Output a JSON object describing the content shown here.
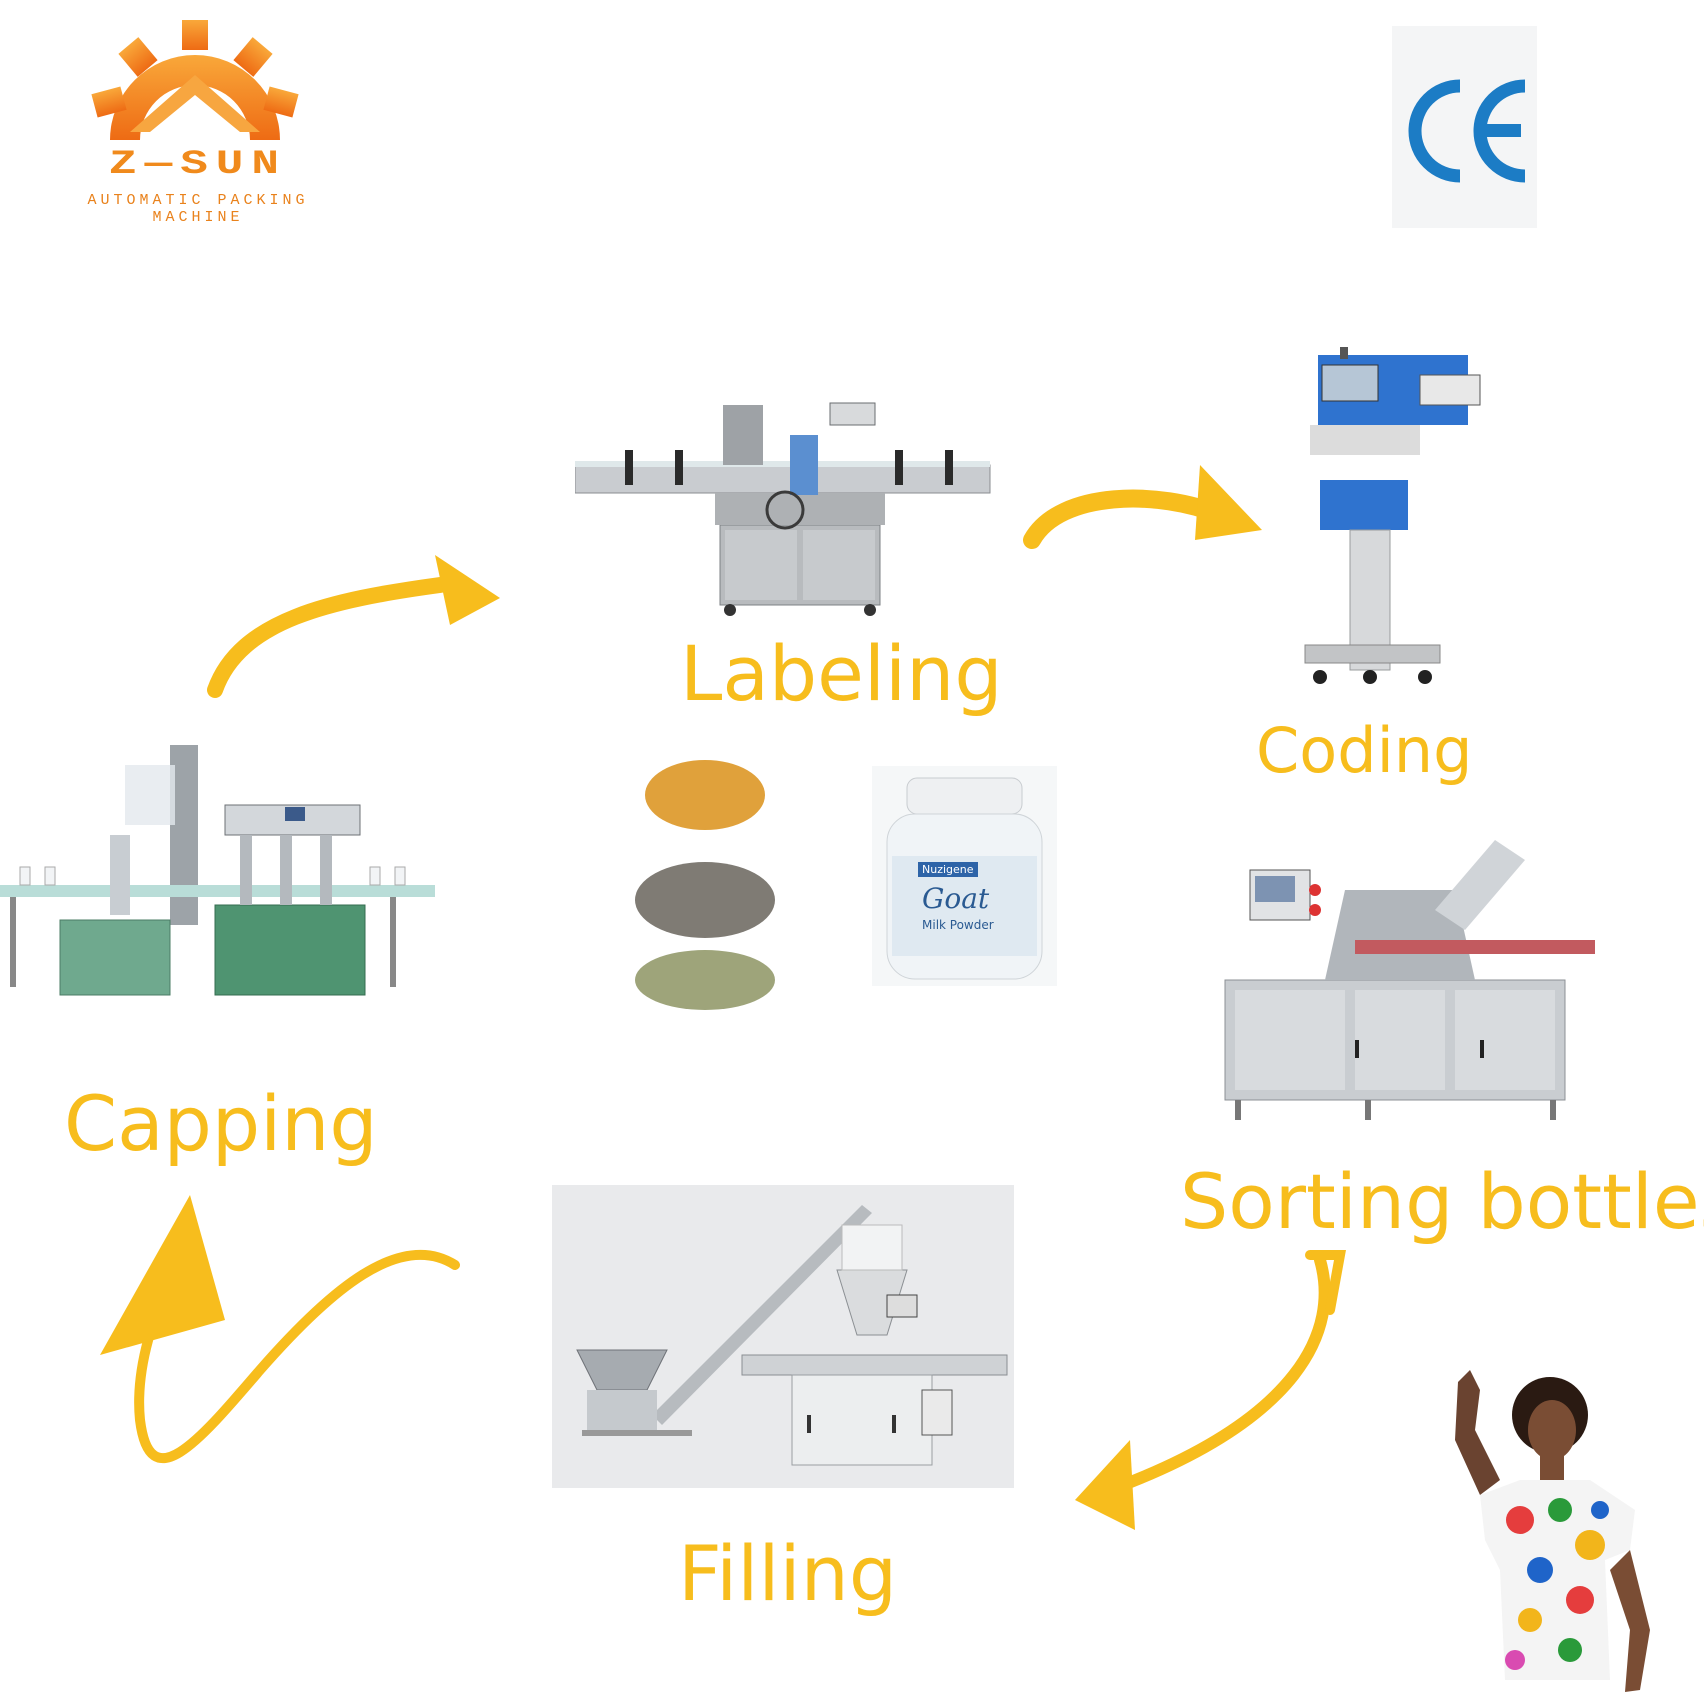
{
  "brand": {
    "name": "Z—SUN",
    "tagline": "AUTOMATIC PACKING MACHINE",
    "primary_color": "#f08a1c"
  },
  "certification": {
    "icon": "ce-mark-icon",
    "color": "#1c7cc5"
  },
  "stages": {
    "labeling": "Labeling",
    "coding": "Coding",
    "sorting": "Sorting bottles",
    "filling": "Filling",
    "capping": "Capping"
  },
  "product": {
    "jar_brand": "Nuzigene",
    "jar_title": "Goat",
    "jar_subtitle": "Milk Powder"
  },
  "accent_color": "#f7bd1d"
}
